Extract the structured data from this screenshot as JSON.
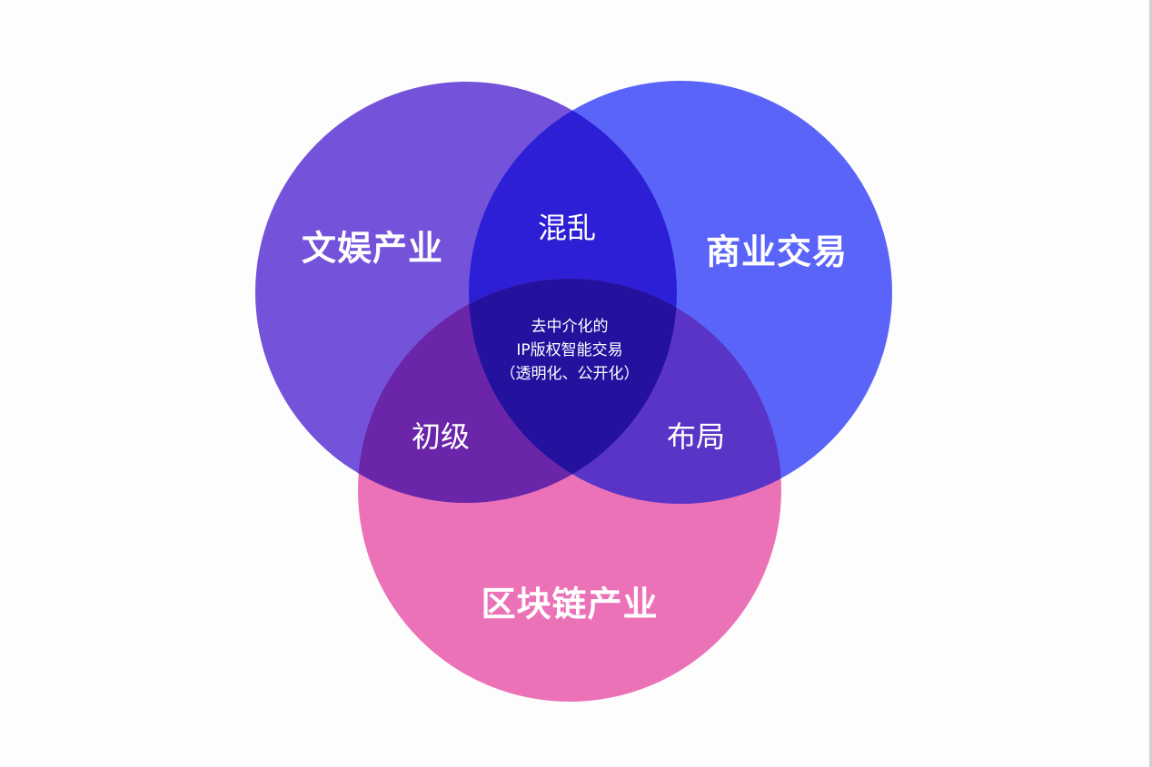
{
  "diagram": {
    "type": "venn",
    "sets": [
      {
        "label": "文娱产业",
        "color": "#7452d9"
      },
      {
        "label": "商业交易",
        "color": "#5b64f8"
      },
      {
        "label": "区块链产业",
        "color": "#ec72b8"
      }
    ],
    "intersections": {
      "entertainment_commerce": "混乱",
      "entertainment_blockchain": "初级",
      "commerce_blockchain": "布局",
      "all_three": {
        "line1": "去中介化的",
        "line2": "IP版权智能交易",
        "line3": "（透明化、公开化）"
      }
    },
    "region_colors": {
      "entertainment_commerce": "#2d1fd6",
      "entertainment_blockchain": "#6a25a8",
      "commerce_blockchain": "#5a34c6",
      "all_three": "#24129e"
    }
  }
}
